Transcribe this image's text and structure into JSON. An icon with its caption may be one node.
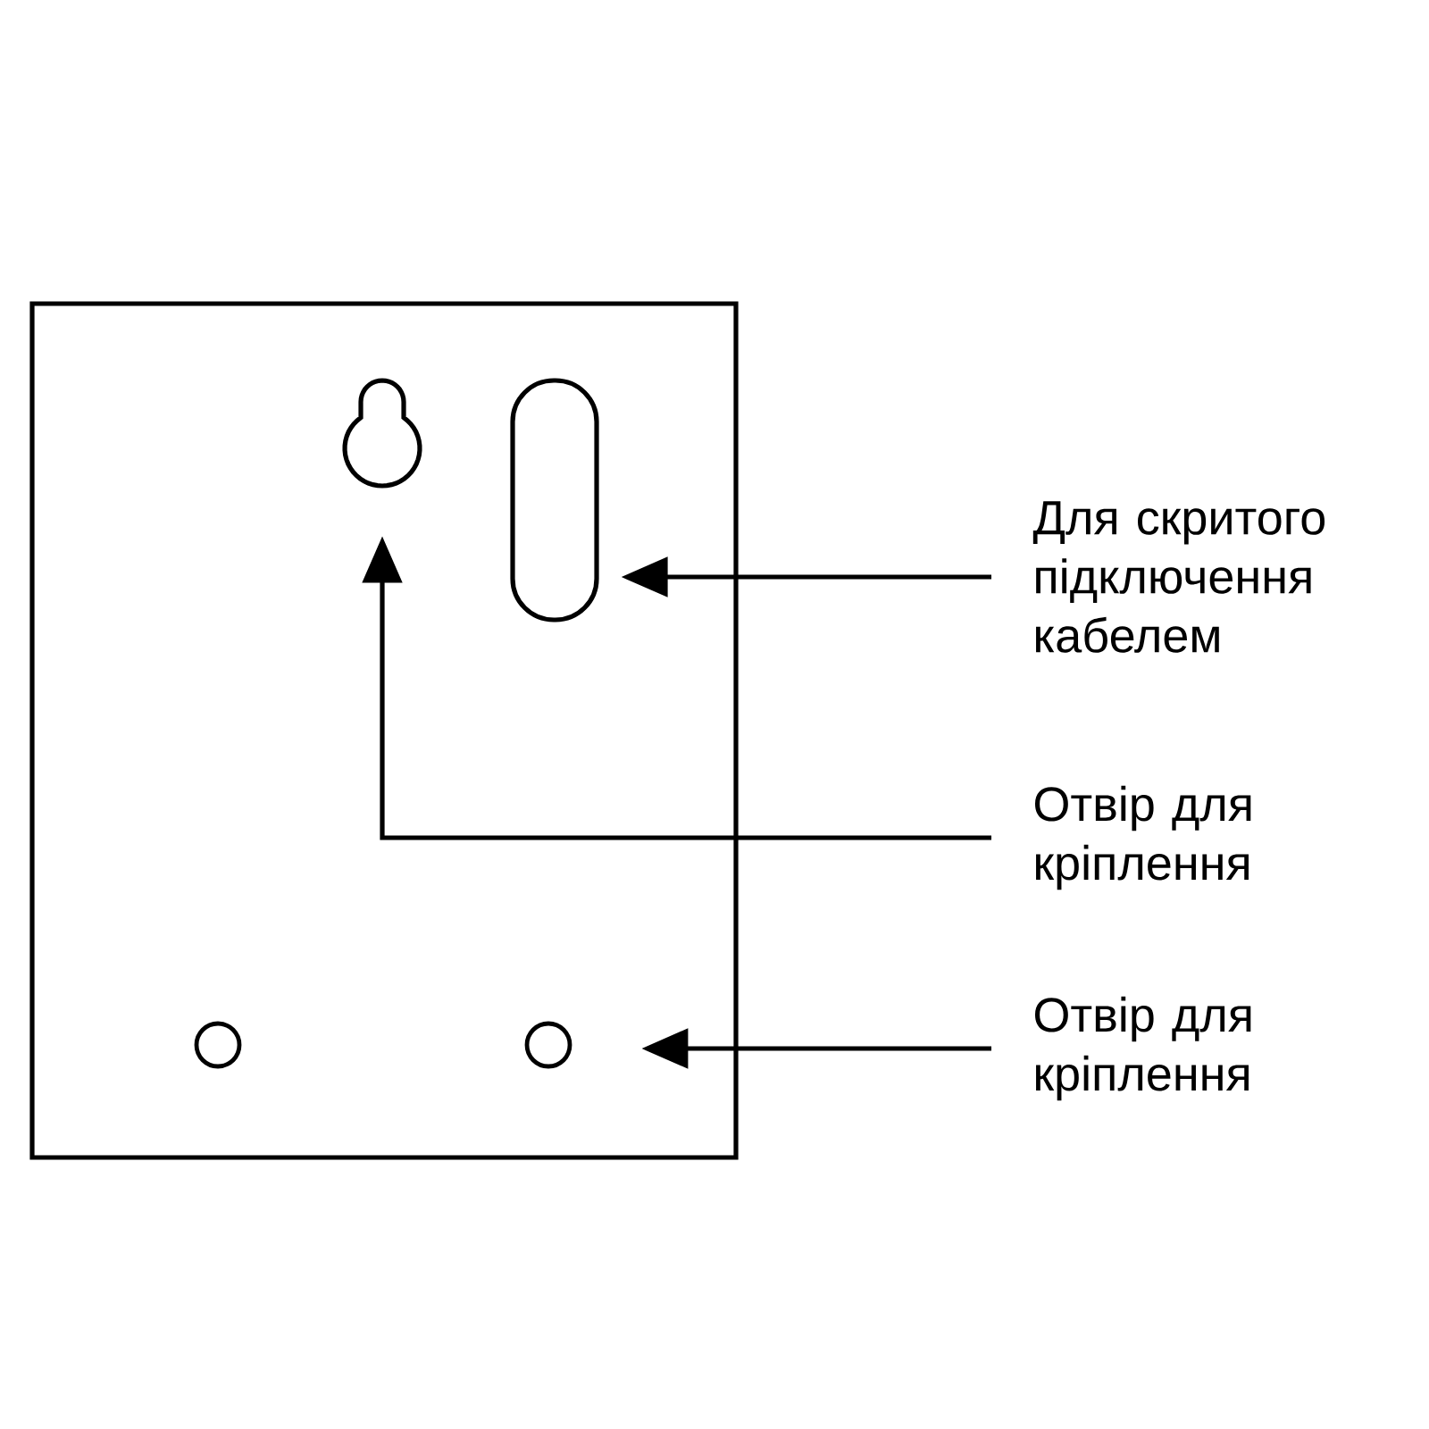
{
  "diagram": {
    "nodes": [
      {
        "text": [],
        "shape": "box"
      },
      {
        "text": [],
        "shape": "keyhole",
        "in": 0
      },
      {
        "text": [],
        "shape": "slot",
        "in": 0
      },
      {
        "text": [],
        "shape": "circle",
        "in": 0
      },
      {
        "text": [],
        "shape": "circle",
        "in": 0
      },
      {
        "text": [
          "Для скритого підключення кабелем"
        ]
      },
      {
        "text": [
          "Отвір для кріплення"
        ]
      },
      {
        "text": [
          "Отвір для кріплення"
        ]
      }
    ],
    "edges": [
      {
        "from": 5,
        "to": 2,
        "arrow": "to"
      },
      {
        "from": 6,
        "to": 1,
        "arrow": "to"
      },
      {
        "from": 7,
        "to": 4,
        "arrow": "to"
      }
    ]
  }
}
